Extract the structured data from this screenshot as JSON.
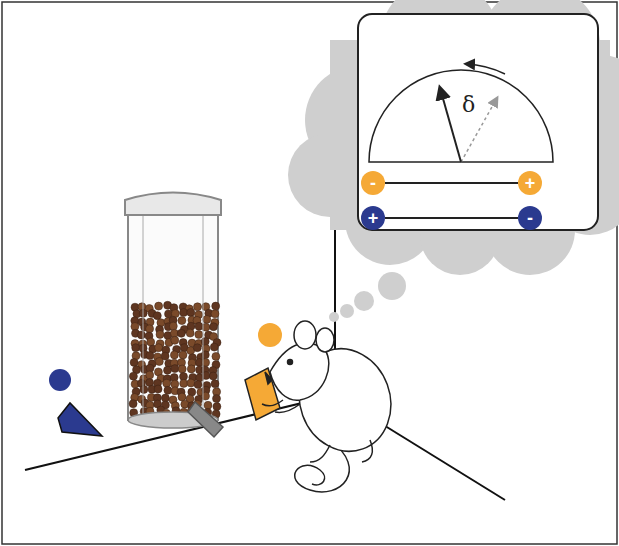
{
  "diagram": {
    "nodes": [
      {
        "text": [
          "-"
        ]
      },
      {
        "text": [
          "+"
        ]
      },
      {
        "text": [
          "+"
        ]
      },
      {
        "text": [
          "-"
        ]
      }
    ],
    "edges": [
      {
        "from": 0,
        "to": 1,
        "arrow": "none"
      },
      {
        "from": 2,
        "to": 3,
        "arrow": "none"
      }
    ],
    "labels": [
      "δ"
    ]
  }
}
